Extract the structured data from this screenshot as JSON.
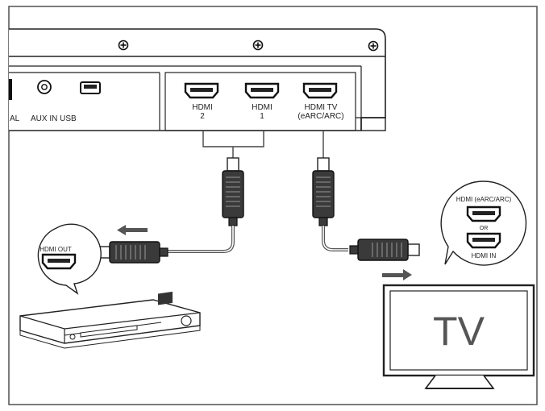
{
  "soundbar": {
    "port_labels": {
      "optical_partial": "AL",
      "aux_usb": "AUX IN USB",
      "hdmi2_line1": "HDMI",
      "hdmi2_line2": "2",
      "hdmi1_line1": "HDMI",
      "hdmi1_line2": "1",
      "hdmi_tv_line1": "HDMI TV",
      "hdmi_tv_line2": "(eARC/ARC)"
    }
  },
  "player_bubble": {
    "label": "HDMI OUT"
  },
  "tv_bubble": {
    "top_label": "HDMI (eARC/ARC)",
    "or_label": "OR",
    "bottom_label": "HDMI IN"
  },
  "tv": {
    "screen_text": "TV"
  },
  "icons": [
    "screw-icon",
    "hdmi-port-icon",
    "aux-jack-icon",
    "usb-port-icon",
    "hdmi-plug-icon",
    "arrow-left-icon",
    "arrow-right-icon"
  ]
}
